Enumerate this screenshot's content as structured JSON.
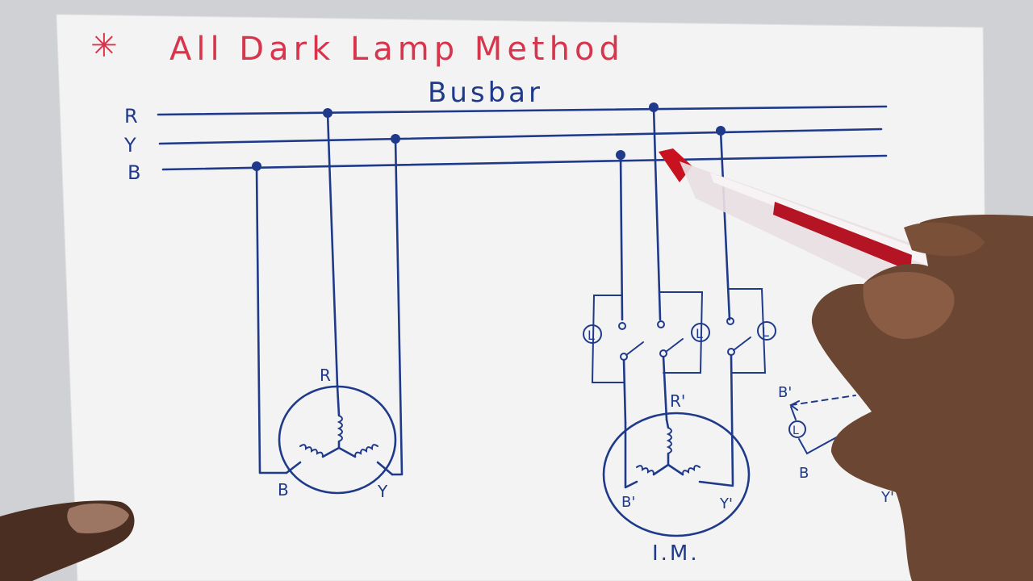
{
  "title": {
    "star": "✳",
    "text": "All Dark Lamp Method"
  },
  "busbar": {
    "label": "Busbar",
    "lines": [
      "R",
      "Y",
      "B"
    ]
  },
  "left_machine": {
    "terminals": [
      "R",
      "B",
      "Y"
    ]
  },
  "right_machine": {
    "terminals": [
      "R'",
      "B'",
      "Y'"
    ],
    "caption": "I.M."
  },
  "lamps": {
    "label": "L"
  },
  "side_sketch": {
    "top": "B'",
    "lamp": "L",
    "bottom": "B",
    "right": "Y'"
  },
  "colors": {
    "ink_blue": "#1f3a8a",
    "ink_red": "#d8344b",
    "paper": "#f3f3f3"
  }
}
